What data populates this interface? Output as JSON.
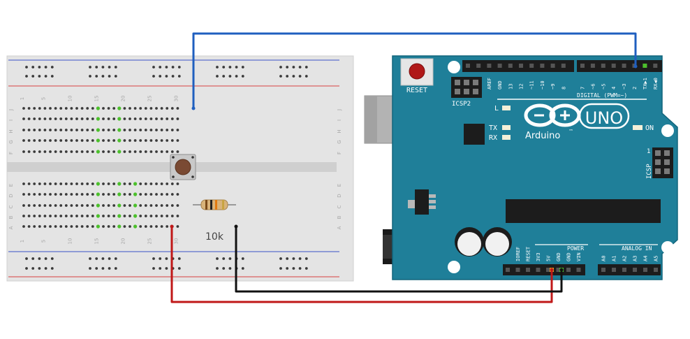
{
  "breadboard": {
    "col_numbers": [
      "1",
      "5",
      "10",
      "15",
      "20",
      "25",
      "30"
    ],
    "row_letters_top": [
      "J",
      "I",
      "H",
      "G",
      "F"
    ],
    "row_letters_bottom": [
      "E",
      "D",
      "C",
      "B",
      "A"
    ]
  },
  "resistor": {
    "label": "10k"
  },
  "arduino": {
    "reset_label": "RESET",
    "icsp2_label": "ICSP2",
    "icsp_label": "ICSP",
    "icsp_pin1": "1",
    "led_l": "L",
    "led_tx": "TX",
    "led_rx": "RX",
    "brand": "Arduino",
    "trademark": "™",
    "model": "UNO",
    "on_label": "ON",
    "digital_label": "DIGITAL (PWM=~)",
    "digital_pins": [
      "AREF",
      "GND",
      "13",
      "12",
      "~11",
      "~10",
      "~9",
      "8",
      "7",
      "~6",
      "~5",
      "4",
      "~3",
      "2",
      "TX▶1",
      "RX◀0"
    ],
    "power_label": "POWER",
    "power_pins": [
      "IOREF",
      "RESET",
      "3V3",
      "5V",
      "GND",
      "GND",
      "VIN"
    ],
    "analog_label": "ANALOG IN",
    "analog_pins": [
      "A0",
      "A1",
      "A2",
      "A3",
      "A4",
      "A5"
    ]
  },
  "colors": {
    "board": "#1f7f99",
    "board_edge": "#12657c",
    "wire_blue": "#1f5fbf",
    "wire_red": "#c01818",
    "wire_black": "#111111",
    "breadboard": "#e4e4e4",
    "rail_red": "#d94040",
    "rail_blue": "#3a52c9",
    "active_hole": "#4cc02c"
  }
}
